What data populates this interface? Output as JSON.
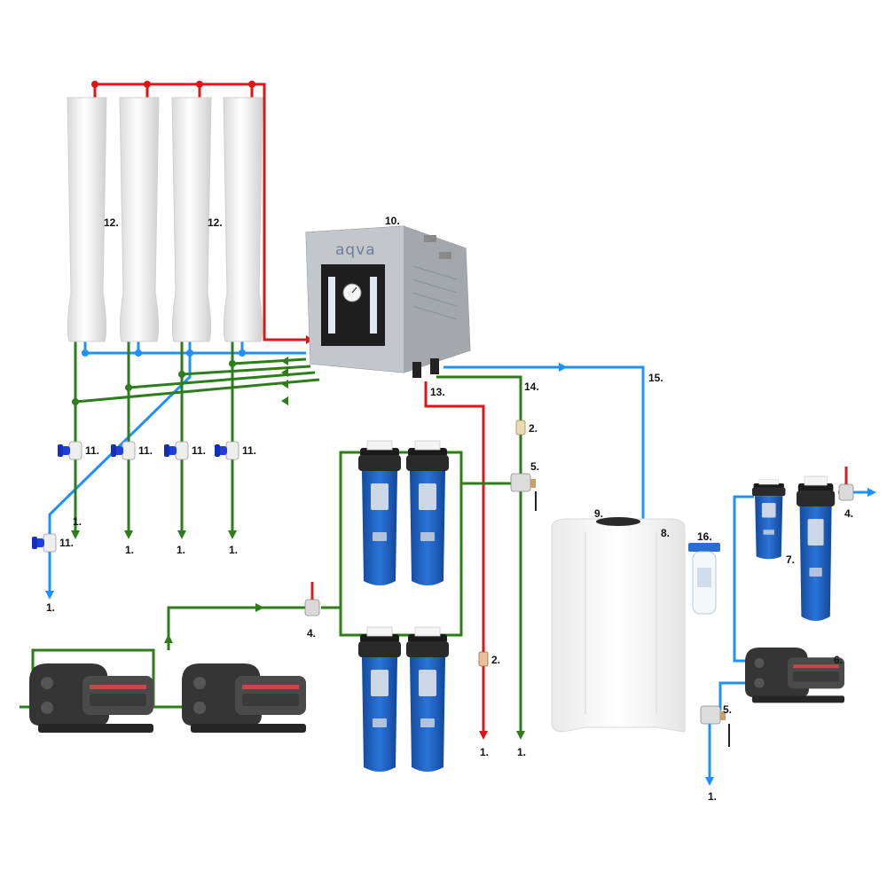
{
  "colors": {
    "feed_line": "#2e7d1b",
    "concentrate_line": "#e01414",
    "permeate_line": "#1e90ff",
    "filter_housing": "#1b5fc2",
    "membrane": "#f2f2f2",
    "cabinet": "#b8bcc0",
    "pump_body": "#3c3c3c"
  },
  "icons": {
    "membrane": "membrane-vessel-icon",
    "ro_unit": "ro-unit-cabinet-icon",
    "filter": "cartridge-filter-housing-icon",
    "pump": "booster-pump-icon",
    "tank": "storage-tank-icon",
    "valve": "ball-valve-icon",
    "flowmeter": "flowmeter-icon",
    "uv": "uv-filter-icon"
  },
  "ro_unit": {
    "brand": "aqva"
  },
  "labels": {
    "membrane_left": "12.",
    "membrane_right": "12.",
    "ro_unit": "10.",
    "concentrate_outlet": "13.",
    "feed_outlet": "14.",
    "permeate_line": "15.",
    "valve_1": "11.",
    "valve_2": "11.",
    "valve_3": "11.",
    "valve_4": "11.",
    "valve_5": "11.",
    "drain_v1": "1.",
    "drain_v2": "1.",
    "drain_v3": "1.",
    "drain_v4": "1.",
    "drain_v5": "1.",
    "flowmeter_green": "2.",
    "flowmeter_red": "2.",
    "pressure_switch_main": "5.",
    "pressure_switch_tank": "5.",
    "valve_inlet": "4.",
    "valve_outlet": "4.",
    "drain_red": "1.",
    "drain_green": "1.",
    "drain_tank": "1.",
    "tank": "9.",
    "tank_inlet": "8.",
    "uv_filter": "16.",
    "post_filter": "7.",
    "pump_right": "6."
  }
}
